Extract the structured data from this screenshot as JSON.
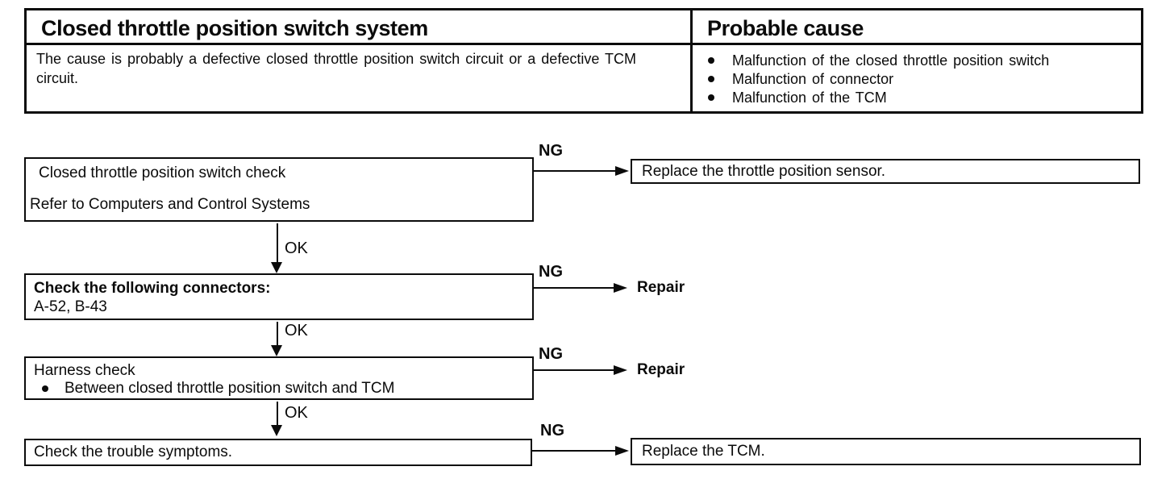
{
  "header_table": {
    "system_title": "Closed throttle position switch system",
    "probable_cause_title": "Probable cause",
    "description": "The cause is probably a defective closed throttle position switch circuit or a defective TCM circuit.",
    "causes": [
      "Malfunction of the closed throttle position switch",
      "Malfunction of connector",
      "Malfunction of the TCM"
    ]
  },
  "flowchart": {
    "ng_label": "NG",
    "ok_label": "OK",
    "steps": {
      "step1": {
        "title": "Closed throttle position switch check",
        "note": "Refer to Computers and Control Systems",
        "ng_action": "Replace the throttle position sensor."
      },
      "step2": {
        "title": "Check the following connectors:",
        "detail": "A-52, B-43",
        "ng_action": "Repair"
      },
      "step3": {
        "title": "Harness check",
        "detail": "Between closed throttle position switch and TCM",
        "ng_action": "Repair"
      },
      "step4": {
        "title": "Check the trouble symptoms.",
        "ng_action": "Replace the TCM."
      }
    }
  }
}
